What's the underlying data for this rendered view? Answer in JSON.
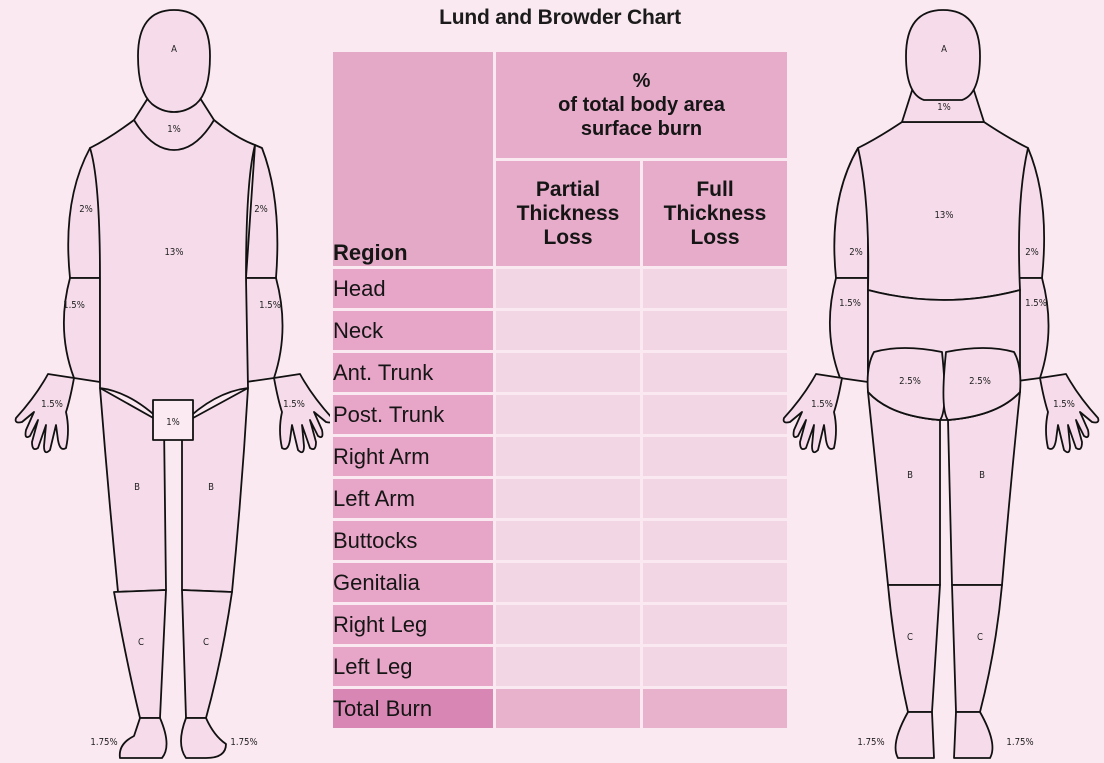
{
  "title": "Lund and Browder Chart",
  "table": {
    "region_header": "Region",
    "group_header": [
      "%",
      "of total body area",
      "surface burn"
    ],
    "columns": [
      [
        "Partial",
        "Thickness",
        "Loss"
      ],
      [
        "Full",
        "Thickness",
        "Loss"
      ]
    ],
    "rows": [
      "Head",
      "Neck",
      "Ant. Trunk",
      "Post. Trunk",
      "Right Arm",
      "Left Arm",
      "Buttocks",
      "Genitalia",
      "Right Leg",
      "Left Leg",
      "Total Burn"
    ]
  },
  "front_figure": {
    "head": "A",
    "neck": "1%",
    "trunk": "13%",
    "upper_arm_right": "2%",
    "upper_arm_left": "2%",
    "forearm_right": "1.5%",
    "forearm_left": "1.5%",
    "hand_right": "1.5%",
    "hand_left": "1.5%",
    "genitalia": "1%",
    "thigh_right": "B",
    "thigh_left": "B",
    "lower_leg_right": "C",
    "lower_leg_left": "C",
    "foot_right": "1.75%",
    "foot_left": "1.75%"
  },
  "back_figure": {
    "head": "A",
    "neck": "1%",
    "trunk": "13%",
    "upper_arm_left": "2%",
    "upper_arm_right": "2%",
    "forearm_left": "1.5%",
    "forearm_right": "1.5%",
    "hand_left": "1.5%",
    "hand_right": "1.5%",
    "buttock_left": "2.5%",
    "buttock_right": "2.5%",
    "thigh_left": "B",
    "thigh_right": "B",
    "lower_leg_left": "C",
    "lower_leg_right": "C",
    "foot_left": "1.75%",
    "foot_right": "1.75%"
  },
  "colors": {
    "background": "#fbe9f1",
    "body_fill": "#f6dcea",
    "header_fill": "#e6acca",
    "region_fill": "#e7a6c8",
    "cell_fill": "#f3d6e4",
    "total_fill": "#d886b3"
  }
}
